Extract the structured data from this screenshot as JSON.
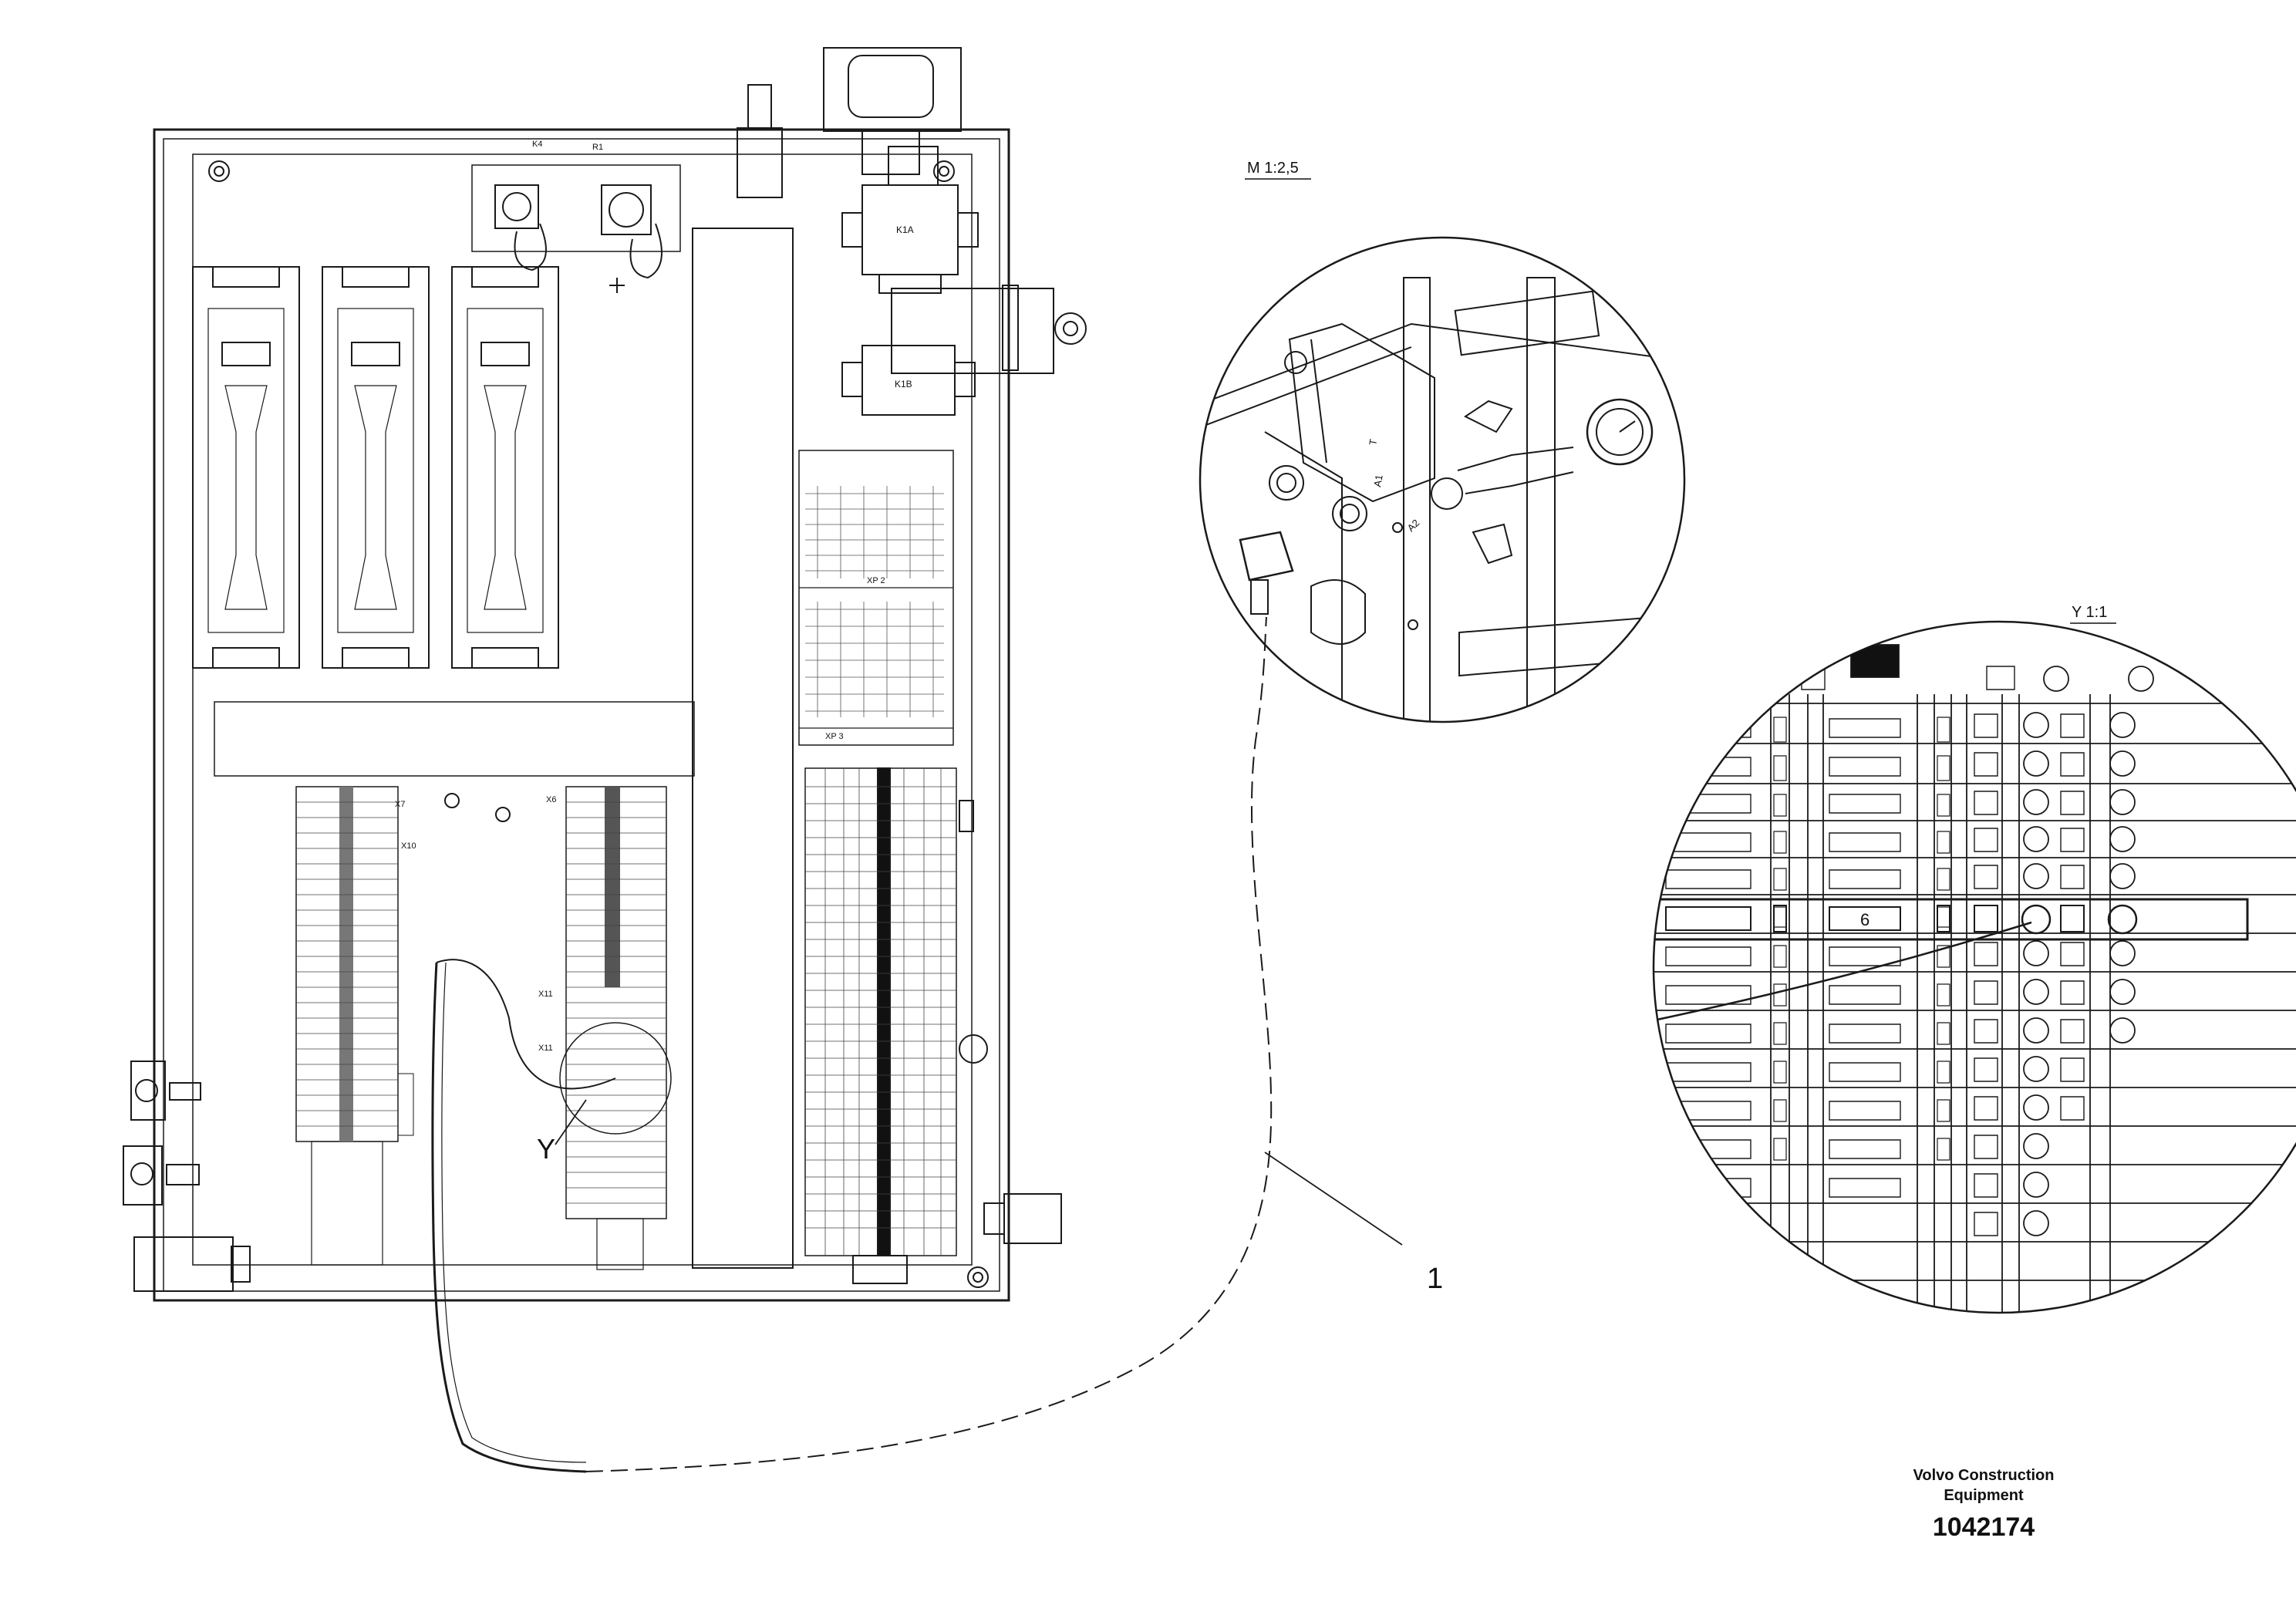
{
  "labels": {
    "detail_m_scale": "M 1:2,5",
    "detail_y_scale": "Y 1:1",
    "callout_y": "Y",
    "callout_1": "1",
    "zoom_terminal_number": "6",
    "port_a1": "A1",
    "port_a2": "A2",
    "port_t": "T",
    "relay_k1a": "K1A",
    "relay_k1b": "K1B",
    "comp_k4": "K4",
    "comp_r1": "R1",
    "terminal_x7": "X7",
    "terminal_x6": "X6",
    "terminal_x10": "X10",
    "terminal_x11a": "X11",
    "terminal_x11b": "X11",
    "board_xp2": "XP 2",
    "board_xp3": "XP 3"
  },
  "footer": {
    "brand_line1": "Volvo Construction",
    "brand_line2": "Equipment",
    "doc_number": "1042174"
  }
}
